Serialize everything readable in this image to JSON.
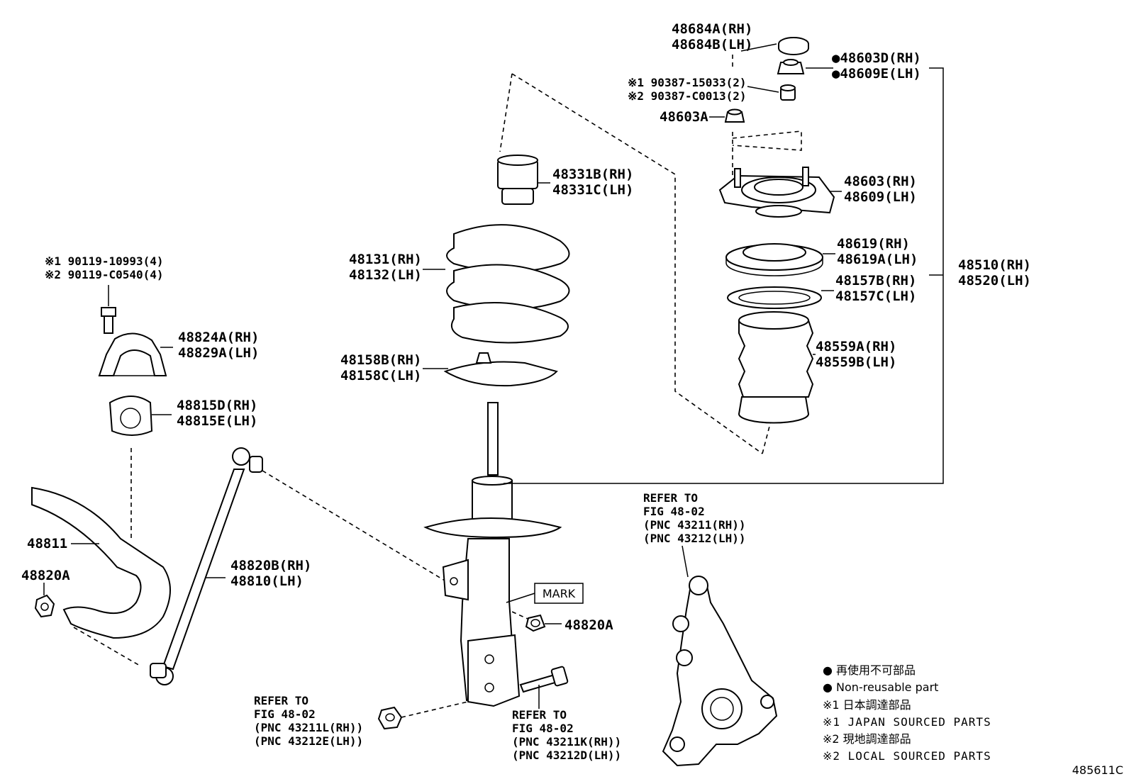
{
  "labels": {
    "p48684": [
      "48684A(RH)",
      "48684B(LH)"
    ],
    "p48603d": [
      "●48603D(RH)",
      "●48609E(LH)"
    ],
    "p90387": [
      "※1 90387-15033(2)",
      "※2 90387-C0013(2)"
    ],
    "p48603a": "48603A",
    "p48603": [
      "48603(RH)",
      "48609(LH)"
    ],
    "p48619": [
      "48619(RH)",
      "48619A(LH)"
    ],
    "p48157": [
      "48157B(RH)",
      "48157C(LH)"
    ],
    "p48559": [
      "48559A(RH)",
      "48559B(LH)"
    ],
    "p48510": [
      "48510(RH)",
      "48520(LH)"
    ],
    "p48331": [
      "48331B(RH)",
      "48331C(LH)"
    ],
    "p48131": [
      "48131(RH)",
      "48132(LH)"
    ],
    "p48158": [
      "48158B(RH)",
      "48158C(LH)"
    ],
    "p90119": [
      "※1 90119-10993(4)",
      "※2 90119-C0540(4)"
    ],
    "p48824": [
      "48824A(RH)",
      "48829A(LH)"
    ],
    "p48815": [
      "48815D(RH)",
      "48815E(LH)"
    ],
    "p48811": "48811",
    "p48820a_left": "48820A",
    "p48820b": [
      "48820B(RH)",
      "48810(LH)"
    ],
    "p48820a_mid": "48820A",
    "mark": "MARK",
    "ref_knuckle": [
      "REFER TO",
      "FIG 48-02",
      "(PNC 43211(RH))",
      "(PNC 43212(LH))"
    ],
    "ref_nut": [
      "REFER TO",
      "FIG 48-02",
      "(PNC 43211L(RH))",
      "(PNC 43212E(LH))"
    ],
    "ref_bolt": [
      "REFER TO",
      "FIG 48-02",
      "(PNC 43211K(RH))",
      "(PNC 43212D(LH))"
    ]
  },
  "legend": [
    "● 再使用不可部品",
    "● Non-reusable part",
    "※1 日本調達部品",
    "※1 JAPAN SOURCED PARTS",
    "※2 現地調達部品",
    "※2 LOCAL SOURCED PARTS"
  ],
  "figure_id": "485611C"
}
